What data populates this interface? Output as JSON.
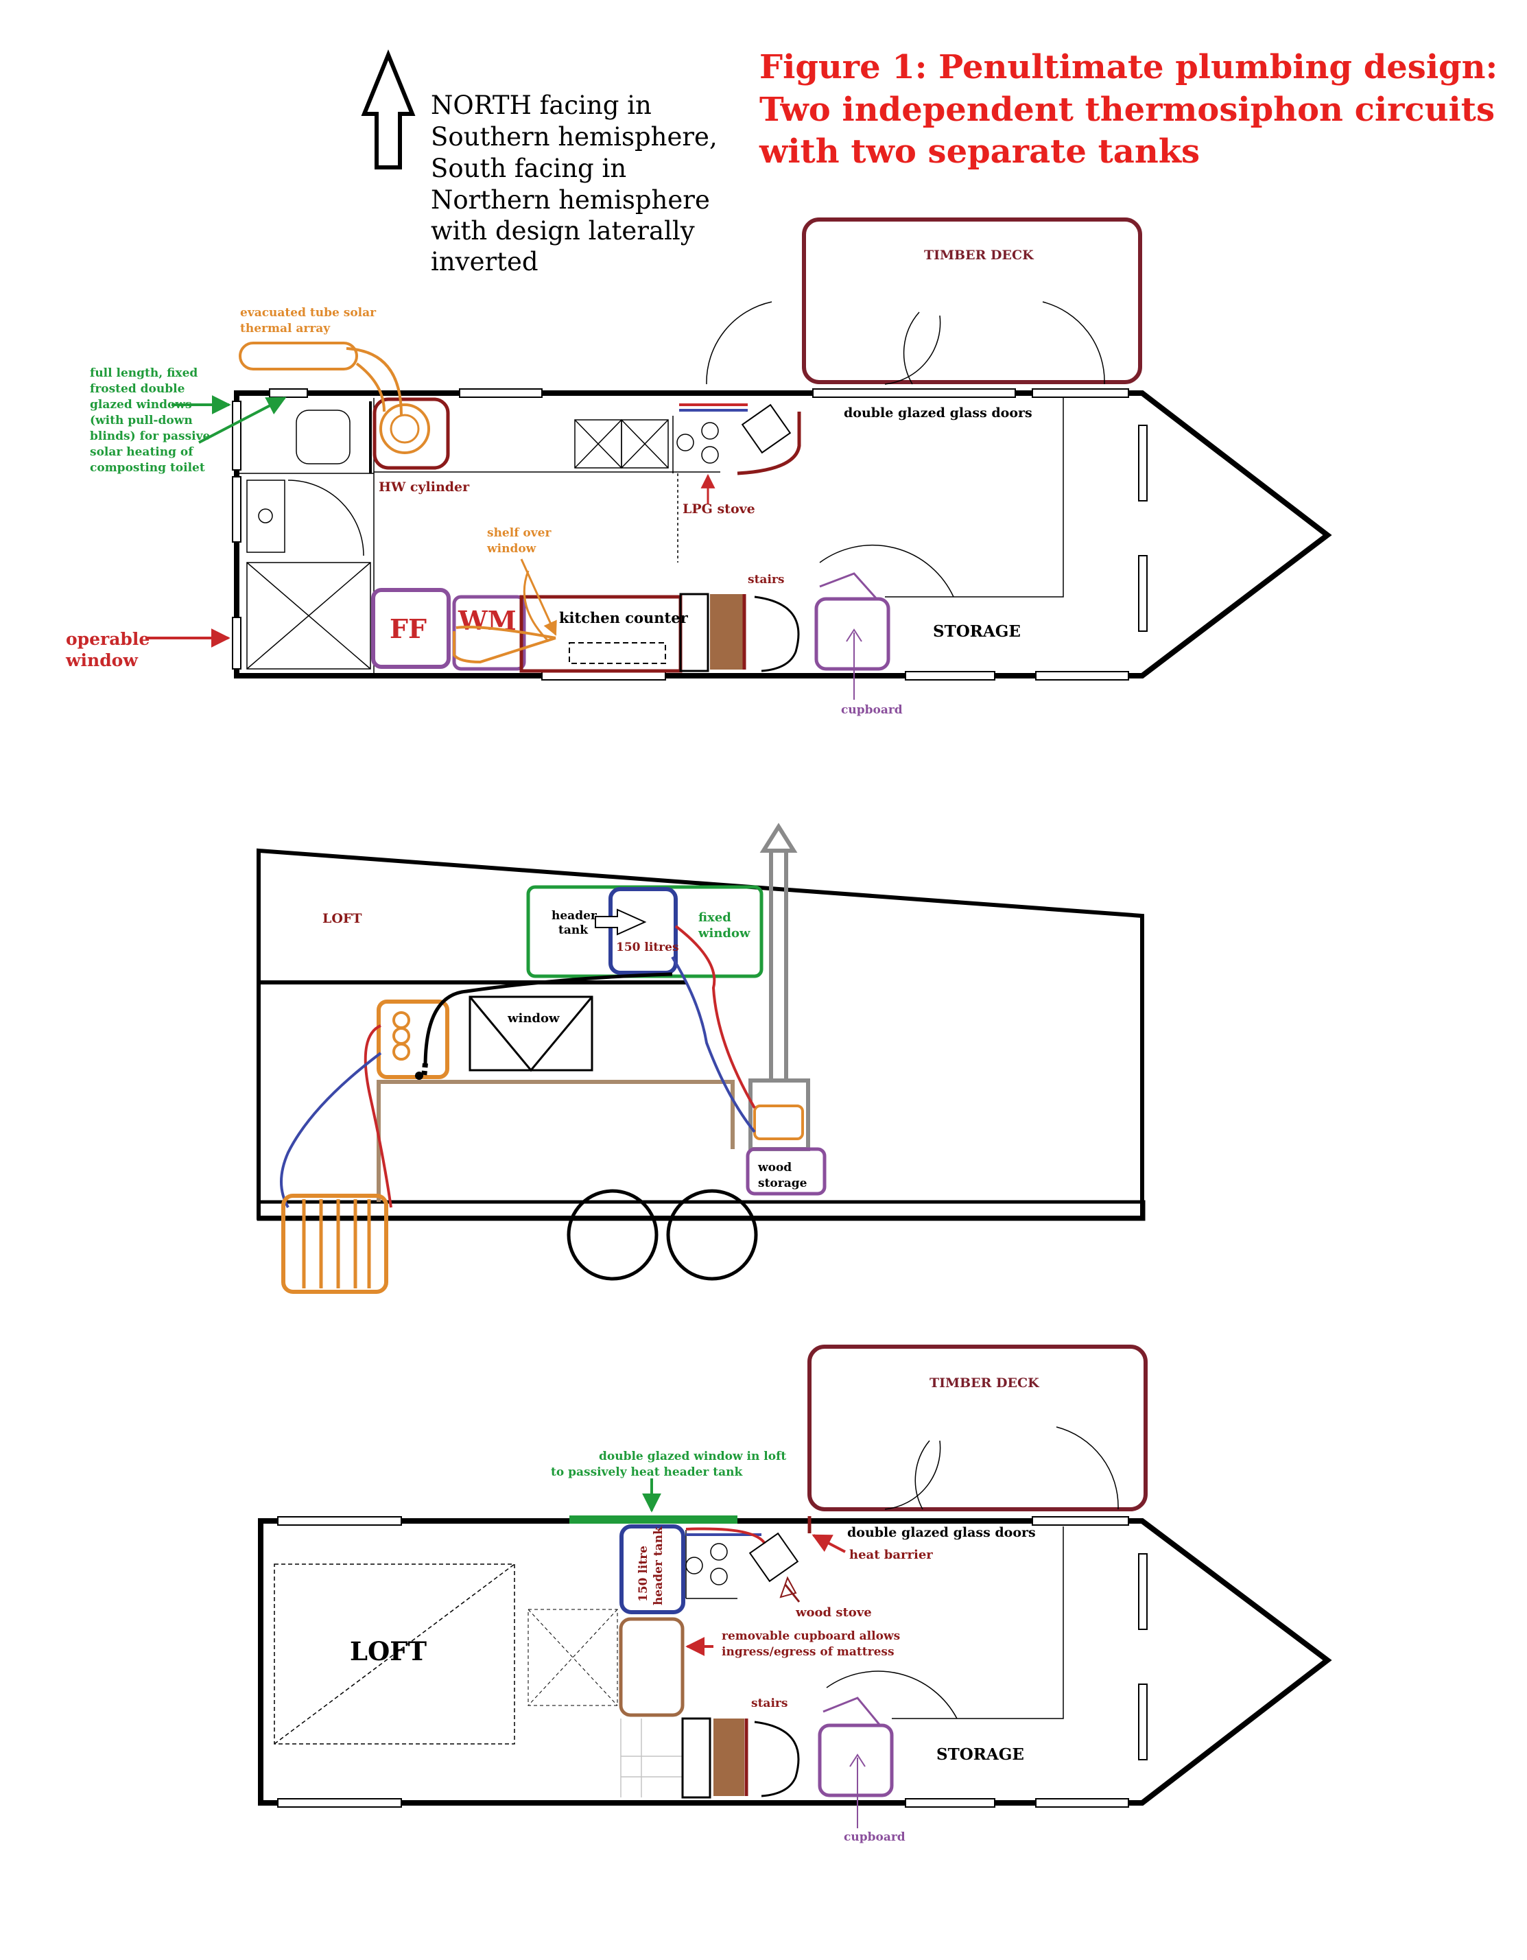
{
  "colors": {
    "black": "#000000",
    "title_red": "#e8211e",
    "dark_red": "#8b1a1a",
    "maroon": "#7a1f2b",
    "orange": "#e08a2c",
    "purple": "#8a4f9c",
    "green": "#1f9b3a",
    "blue": "#2f3f9a",
    "pipe_red": "#c8282a",
    "pipe_blue": "#3b48a8",
    "brown": "#a06a44",
    "tan": "#a88a6c",
    "grey": "#8a8a8a",
    "light_grey": "#c4c4c4"
  },
  "icons": {
    "north_arrow": "up-arrow-icon",
    "flue": "chimney-flue-icon"
  },
  "title": {
    "line1": "Figure 1: Penultimate plumbing design:",
    "line2": "Two independent thermosiphon circuits",
    "line3": "with two separate tanks"
  },
  "orientation": {
    "lines": [
      "NORTH facing in",
      "Southern hemisphere,",
      "South facing in",
      "Northern hemisphere",
      "with design laterally",
      "inverted"
    ]
  },
  "plan1": {
    "timber_deck": "TIMBER DECK",
    "solar_array": [
      "evacuated tube solar",
      "thermal array"
    ],
    "windows_note": [
      "full length, fixed",
      "frosted double",
      "glazed windows",
      "(with pull-down",
      "blinds) for passive",
      "solar heating of",
      "composting toilet"
    ],
    "hw_cylinder": "HW cylinder",
    "lpg_stove": "LPG stove",
    "doors": "double glazed glass doors",
    "shelf": [
      "shelf over",
      "window"
    ],
    "stairs": "stairs",
    "ff": "FF",
    "wm": "WM",
    "kitchen_counter": "kitchen counter",
    "storage": "STORAGE",
    "cupboard": "cupboard",
    "operable_window": [
      "operable",
      "window"
    ]
  },
  "elevation": {
    "loft": "LOFT",
    "header_tank": [
      "header",
      "tank"
    ],
    "capacity": "150 litres",
    "fixed_window": [
      "fixed",
      "window"
    ],
    "window": "window",
    "wood_storage": [
      "wood",
      "storage"
    ]
  },
  "plan2": {
    "timber_deck": "TIMBER DECK",
    "loft_window": [
      "double glazed window in loft",
      "to passively heat header tank"
    ],
    "doors": "double glazed glass doors",
    "heat_barrier": "heat barrier",
    "wood_stove": "wood stove",
    "header_tank": [
      "150 litre",
      "header tank"
    ],
    "loft": "LOFT",
    "removable_cupboard": [
      "removable cupboard allows",
      "ingress/egress of mattress"
    ],
    "stairs": "stairs",
    "storage": "STORAGE",
    "cupboard": "cupboard"
  }
}
